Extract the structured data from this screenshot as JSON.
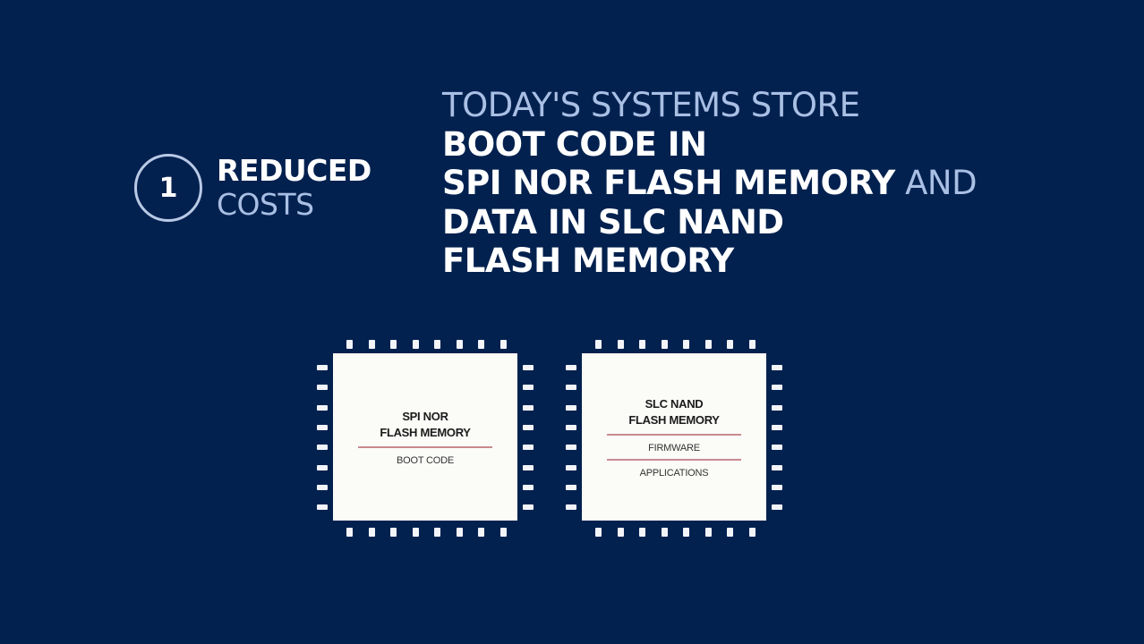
{
  "colors": {
    "background": "#03214f",
    "accent_light": "#a9bfe4",
    "text_strong": "#ffffff",
    "chip_body": "#fbfbf8",
    "chip_divider": "#c98a8e"
  },
  "badge": {
    "number": "1",
    "label_strong": "REDUCED",
    "label_light": "COSTS"
  },
  "headline": {
    "line1_light": "TODAY'S SYSTEMS STORE",
    "line2_strong": "BOOT CODE IN",
    "line3_strong": "SPI NOR FLASH MEMORY",
    "line3_light": " AND",
    "line4_strong": "DATA IN SLC NAND",
    "line5_strong": "FLASH MEMORY"
  },
  "chips": [
    {
      "title_line1": "SPI NOR",
      "title_line2": "FLASH MEMORY",
      "items": [
        "BOOT CODE"
      ]
    },
    {
      "title_line1": "SLC NAND",
      "title_line2": "FLASH MEMORY",
      "items": [
        "FIRMWARE",
        "APPLICATIONS"
      ]
    }
  ]
}
